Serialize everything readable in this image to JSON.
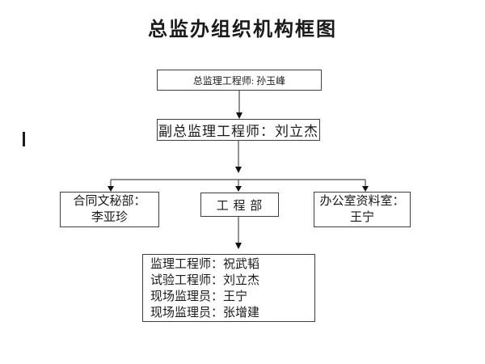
{
  "title": "总监办组织机构框图",
  "org_chart": {
    "chief": {
      "label": "总监理工程师: 孙玉峰"
    },
    "deputy": {
      "label": "副总监理工程师：刘立杰"
    },
    "contract_dept": {
      "line1": "合同文秘部：",
      "line2": "李亚珍"
    },
    "engineering_dept": {
      "label": "工 程 部"
    },
    "office_dept": {
      "line1": "办公室资料室：",
      "line2": "王宁"
    },
    "staff_list": {
      "lines": [
        "监理工程师：祝武韬",
        "试验工程师：刘立杰",
        "现场监理员：王宁",
        "现场监理员：张增建"
      ]
    }
  },
  "colors": {
    "connector_line": "#4d4d4d",
    "arrowhead": "#111111",
    "box_border": "#3f3f3f",
    "text": "#1a1a1a",
    "background": "#ffffff"
  }
}
